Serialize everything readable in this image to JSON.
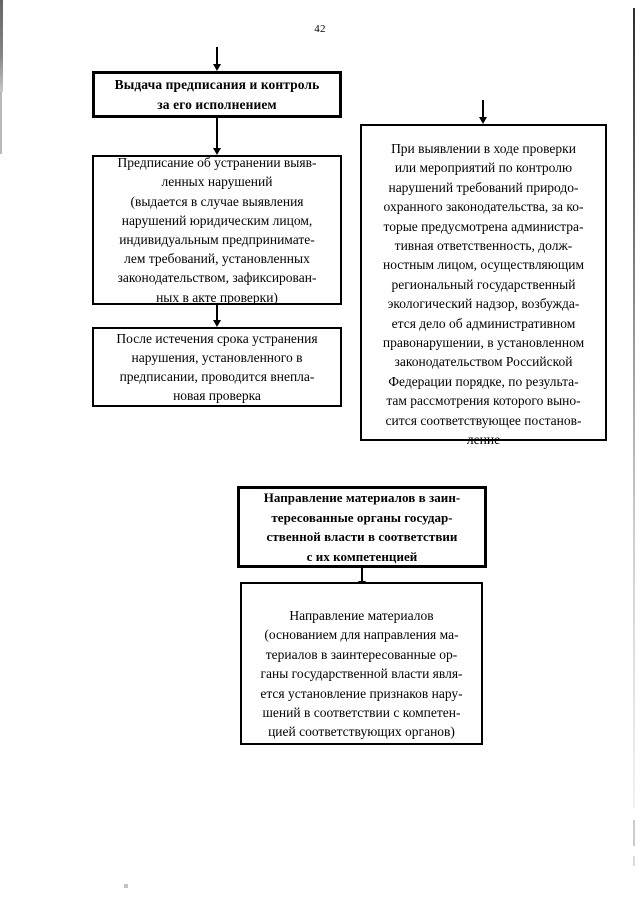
{
  "page": {
    "number": "42",
    "background_color": "#ffffff",
    "ink_color": "#000000"
  },
  "flowchart": {
    "nodes": [
      {
        "id": "issue-order",
        "style": "bold",
        "text": "Выдача предписания и контроль\nза его исполнением"
      },
      {
        "id": "order-details",
        "style": "regular",
        "text": "Предписание об устранении выяв-\nленных нарушений\n(выдается в случае выявления\nнарушений юридическим лицом,\nиндивидуальным предпринимате-\nлем требований, установленных\nзаконодательством, зафиксирован-\nных в акте проверки)"
      },
      {
        "id": "unscheduled-check",
        "style": "regular",
        "text": "После истечения срока устранения\nнарушения, установленного в\nпредписании, проводится внепла-\nновая проверка"
      },
      {
        "id": "violation-case",
        "style": "regular",
        "text": "При выявлении в ходе проверки\nили мероприятий по контролю\nнарушений требований природо-\nохранного законодательства, за ко-\nторые предусмотрена администра-\nтивная ответственность, долж-\nностным лицом, осуществляющим\nрегиональный государственный\nэкологический надзор, возбужда-\nется дело об административном\nправонарушении, в установленном\nзаконодательством Российской\nФедерации порядке, по результа-\nтам рассмотрения которого выно-\nсится соответствующее постанов-\nление"
      },
      {
        "id": "send-materials-header",
        "style": "bold",
        "text": "Направление материалов в заин-\nтересованные органы государ-\nственной власти в соответствии\nс их компетенцией"
      },
      {
        "id": "send-materials-details",
        "style": "regular",
        "text": "Направление материалов\n(основанием для направления ма-\nтериалов в заинтересованные ор-\nганы государственной власти явля-\nется установление признаков нару-\nшений в соответствии с компетен-\nцией соответствующих органов)"
      }
    ],
    "connectors": [
      {
        "id": "into-issue-order",
        "shape": "down-arrow"
      },
      {
        "id": "issue-order-to-order-details",
        "shape": "down-arrow"
      },
      {
        "id": "order-details-to-unscheduled-check",
        "shape": "down-arrow"
      },
      {
        "id": "into-violation-case",
        "shape": "down-arrow"
      },
      {
        "id": "send-header-to-details",
        "shape": "down-arrow"
      }
    ]
  }
}
